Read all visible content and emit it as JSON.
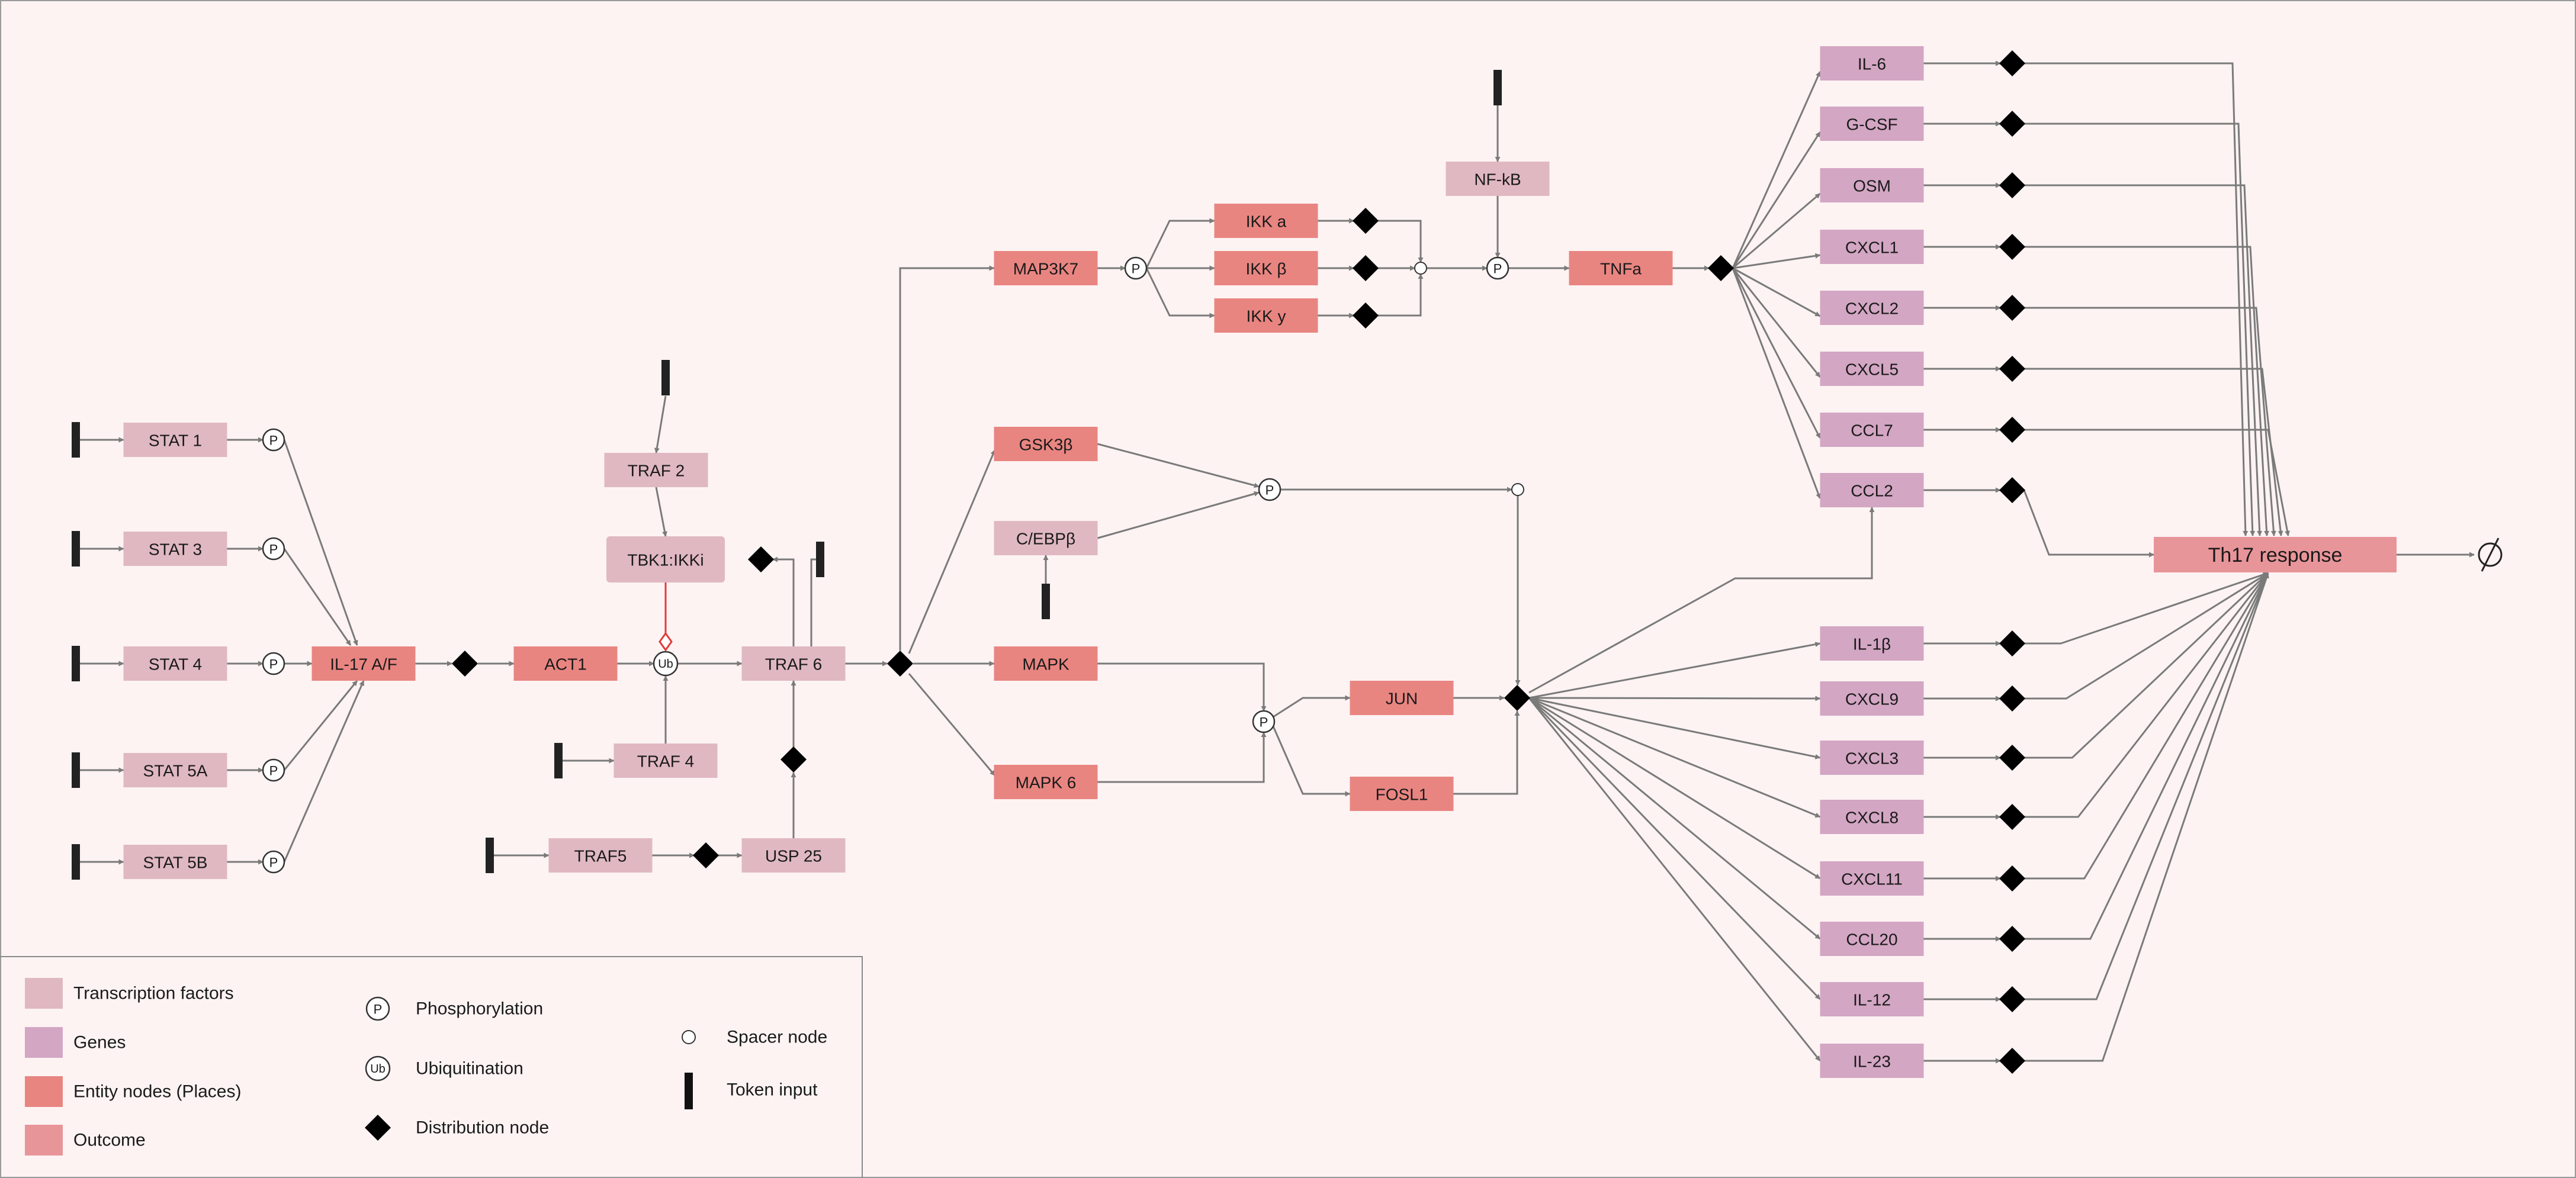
{
  "colors": {
    "background": "#fdf3f3",
    "transcription_factor": "#e0b8c2",
    "gene": "#d3a6c3",
    "entity": "#e98581",
    "outcome": "#e8959a",
    "edge": "#7a7a7a",
    "inhibitor": "#e03c3c",
    "node": "#000000"
  },
  "nodes": {
    "stat1": "STAT 1",
    "stat3": "STAT 3",
    "stat4": "STAT 4",
    "stat5a": "STAT 5A",
    "stat5b": "STAT 5B",
    "il17af": "IL-17 A/F",
    "act1": "ACT1",
    "traf2": "TRAF 2",
    "tbk1": "TBK1:IKKi",
    "traf6": "TRAF 6",
    "traf4": "TRAF 4",
    "traf5": "TRAF5",
    "usp25": "USP 25",
    "map3k7": "MAP3K7",
    "ikka": "IKK a",
    "ikkb": "IKK β",
    "ikky": "IKK y",
    "nfkb": "NF-kB",
    "tnfa": "TNFa",
    "gsk3b": "GSK3β",
    "cebpb": "C/EBPβ",
    "mapk": "MAPK",
    "mapk6": "MAPK 6",
    "jun": "JUN",
    "fosl1": "FOSL1",
    "il6": "IL-6",
    "gcsf": "G-CSF",
    "osm": "OSM",
    "cxcl1": "CXCL1",
    "cxcl2": "CXCL2",
    "cxcl5": "CXCL5",
    "ccl7": "CCL7",
    "ccl2": "CCL2",
    "il1b": "IL-1β",
    "cxcl9": "CXCL9",
    "cxcl3": "CXCL3",
    "cxcl8": "CXCL8",
    "cxcl11": "CXCL11",
    "ccl20": "CCL20",
    "il12": "IL-12",
    "il23": "IL-23",
    "th17": "Th17 response"
  },
  "glyphs": {
    "phosphorylation": "P",
    "ubiquitination": "Ub",
    "sink": "∅"
  },
  "legend": {
    "transcription_factors": "Transcription factors",
    "genes": "Genes",
    "entity_nodes": "Entity nodes (Places)",
    "outcome": "Outcome",
    "phosphorylation": "Phosphorylation",
    "ubiquitination": "Ubiquitination",
    "distribution_node": "Distribution node",
    "spacer_node": "Spacer node",
    "token_input": "Token input"
  }
}
